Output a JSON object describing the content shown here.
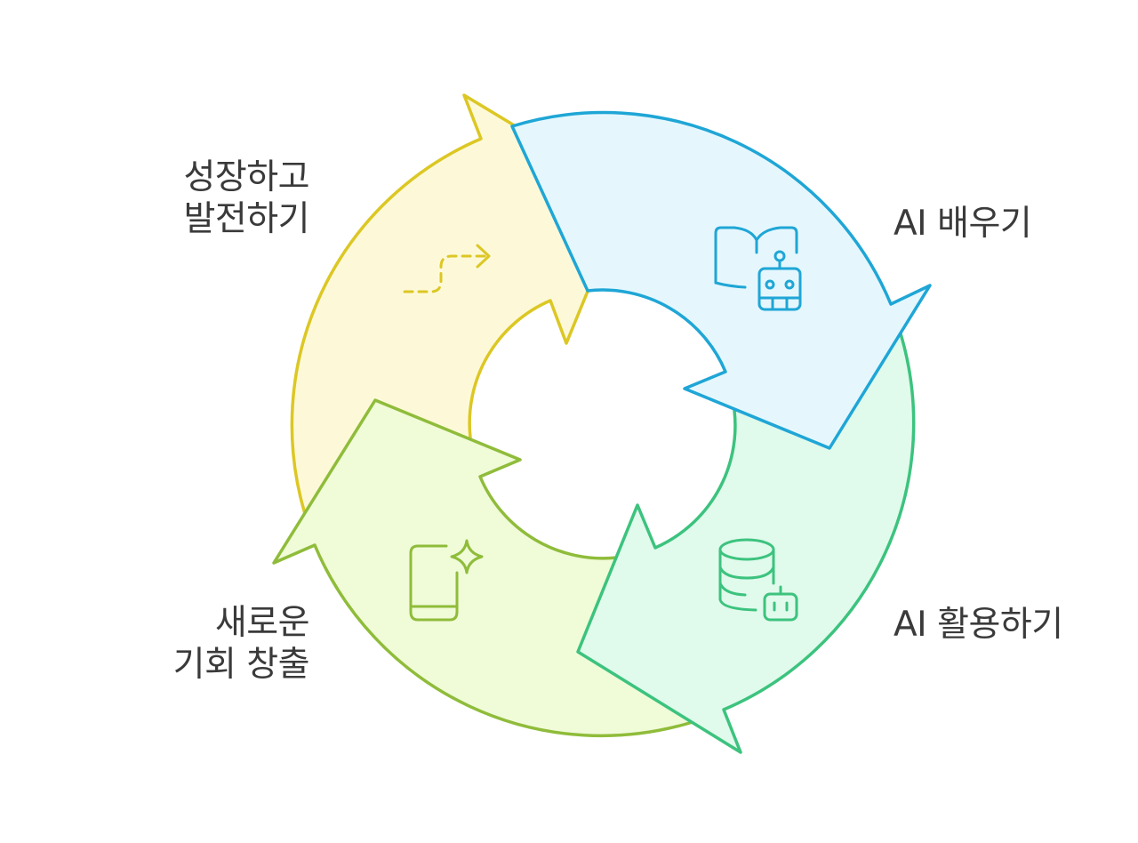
{
  "cycle": {
    "stages": [
      {
        "key": "learn",
        "lines": [
          "AI 배우기"
        ],
        "icon": "book-robot-icon",
        "fill": "#E5F7FD",
        "stroke": "#1FA6D6"
      },
      {
        "key": "use",
        "lines": [
          "AI 활용하기"
        ],
        "icon": "database-robot-icon",
        "fill": "#E0FAEC",
        "stroke": "#3CC37E"
      },
      {
        "key": "create",
        "lines": [
          "새로운",
          "기회 창출"
        ],
        "icon": "phone-sparkle-icon",
        "fill": "#F0FBD8",
        "stroke": "#8FBC3A"
      },
      {
        "key": "grow",
        "lines": [
          "성장하고",
          "발전하기"
        ],
        "icon": "dashed-path-arrow-icon",
        "fill": "#FDF9D8",
        "stroke": "#DCC724"
      }
    ]
  }
}
